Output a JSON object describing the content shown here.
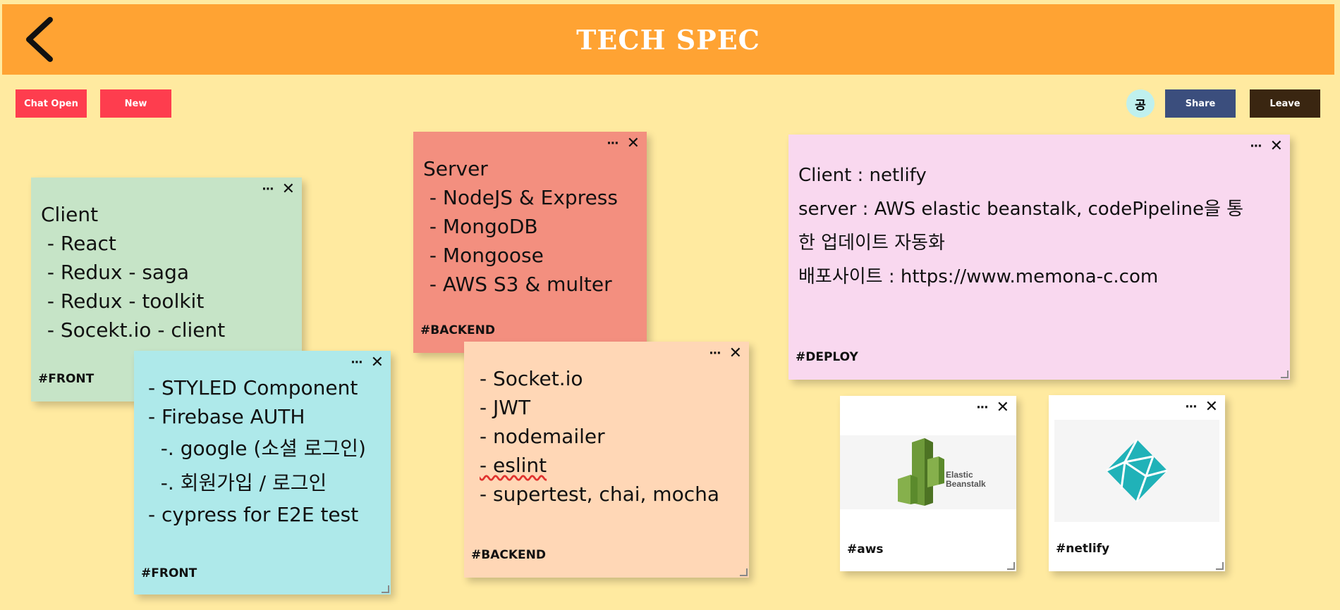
{
  "header": {
    "title": "TECH SPEC",
    "back_icon": "chevron-left-icon"
  },
  "toolbar": {
    "chat_open_label": "Chat Open",
    "new_label": "New",
    "avatar_text": "공",
    "share_label": "Share",
    "leave_label": "Leave"
  },
  "colors": {
    "background": "#ffeaa0",
    "header": "#ffa333",
    "red_button": "#fe3d4e",
    "share_button": "#3b4e7d",
    "leave_button": "#3a2611",
    "avatar": "#bff0ee"
  },
  "notes": {
    "front_client": {
      "color": "#c6e4c7",
      "lines": [
        "Client",
        " - React",
        " - Redux - saga",
        " - Redux - toolkit",
        " - Socekt.io - client"
      ],
      "tag": "#FRONT"
    },
    "front_styled": {
      "color": "#aee9ea",
      "lines": [
        "- STYLED Component",
        "- Firebase AUTH",
        "  -. google (소셜 로그인)",
        "  -. 회원가입 / 로그인",
        "- cypress for E2E test"
      ],
      "tag": "#FRONT"
    },
    "backend_server": {
      "color": "#f38f7f",
      "lines": [
        "Server",
        " - NodeJS & Express",
        " - MongoDB",
        " - Mongoose",
        " - AWS S3 & multer"
      ],
      "tag": "#BACKEND"
    },
    "backend_tools": {
      "color": "#ffd7b6",
      "lines": [
        "- Socket.io",
        "- JWT",
        "- nodemailer",
        "- eslint",
        "- supertest, chai, mocha"
      ],
      "tag": "#BACKEND"
    },
    "deploy": {
      "color": "#f9d8ef",
      "lines": [
        "Client : netlify",
        "server : AWS elastic beanstalk, codePipeline을 통",
        "한 업데이트 자동화",
        "",
        "배포사이트 : https://www.memona-c.com"
      ],
      "tag": "#DEPLOY"
    },
    "aws": {
      "color": "#ffffff",
      "image_label_line1": "Elastic",
      "image_label_line2": "Beanstalk",
      "tag": "#aws"
    },
    "netlify": {
      "color": "#ffffff",
      "tag": "#netlify"
    }
  },
  "icons": {
    "menu": "more-dots-icon",
    "close": "close-icon"
  }
}
